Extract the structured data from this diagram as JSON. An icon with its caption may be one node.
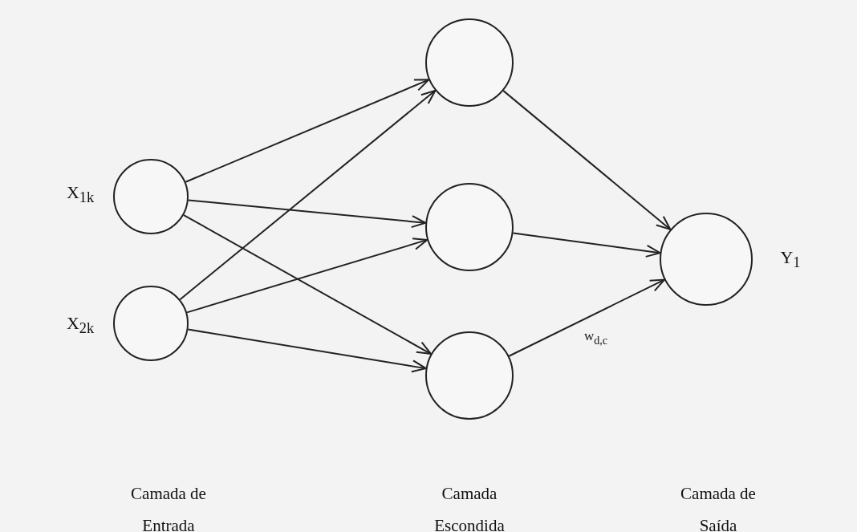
{
  "diagram": {
    "nodes": [
      {
        "text": [],
        "shape": "circle",
        "beside": [
          "X$_{1k}$"
        ]
      },
      {
        "text": [],
        "shape": "circle",
        "beside": [
          "X$_{2k}$"
        ]
      },
      {
        "text": [],
        "shape": "circle"
      },
      {
        "text": [],
        "shape": "circle"
      },
      {
        "text": [],
        "shape": "circle"
      },
      {
        "text": [],
        "shape": "circle",
        "beside": [
          "Y$_{1}$"
        ]
      }
    ],
    "edges": [
      {
        "from": 0,
        "to": 2,
        "arrow": "to"
      },
      {
        "from": 0,
        "to": 3,
        "arrow": "to"
      },
      {
        "from": 0,
        "to": 4,
        "arrow": "to"
      },
      {
        "from": 1,
        "to": 2,
        "arrow": "to"
      },
      {
        "from": 1,
        "to": 3,
        "arrow": "to"
      },
      {
        "from": 1,
        "to": 4,
        "arrow": "to"
      },
      {
        "from": 2,
        "to": 5,
        "arrow": "to"
      },
      {
        "from": 3,
        "to": 5,
        "arrow": "to"
      },
      {
        "from": 4,
        "to": 5,
        "arrow": "to",
        "label": "w$_{d,c}$"
      }
    ],
    "labels": [
      "Camada de Entrada",
      "Camada Escondida",
      "Camada de Saída"
    ]
  }
}
